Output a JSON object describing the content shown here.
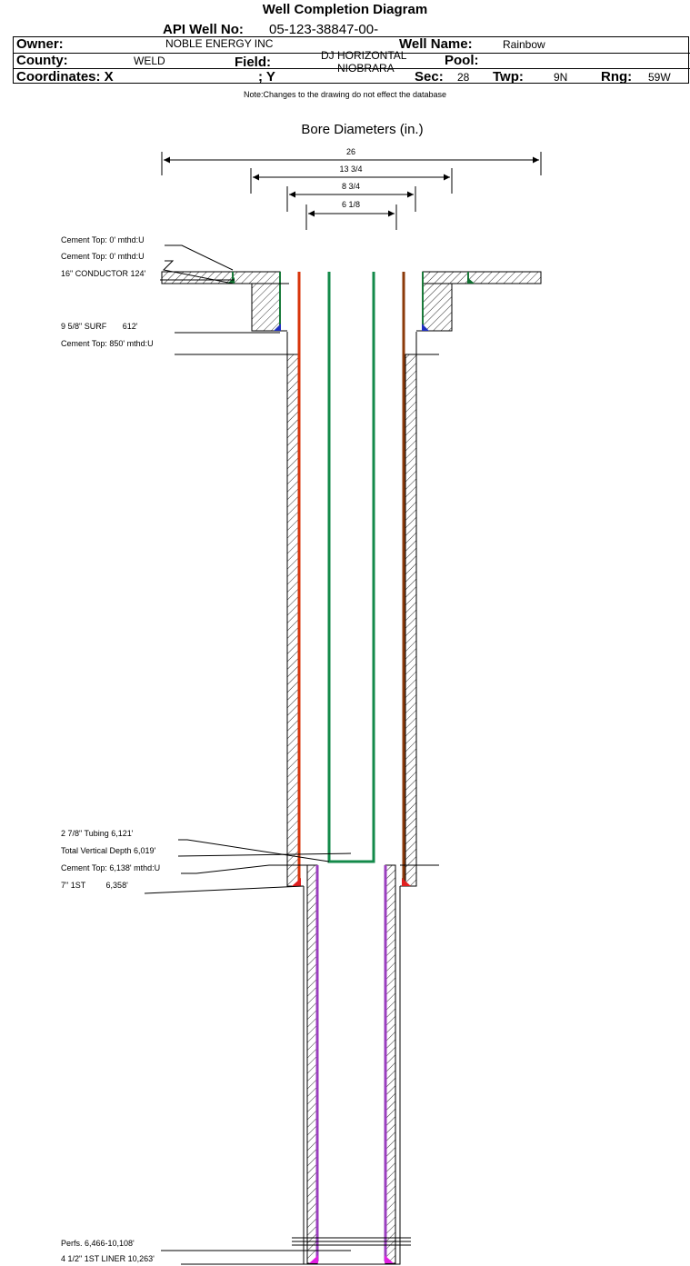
{
  "header": {
    "title": "Well Completion Diagram",
    "api_label": "API Well No:",
    "api_value": "05-123-38847-00-",
    "owner_label": "Owner:",
    "owner_value": "NOBLE ENERGY INC",
    "well_name_label": "Well Name:",
    "well_name_value": "Rainbow",
    "county_label": "County:",
    "county_value": "WELD",
    "field_label": "Field:",
    "field_value_line1": "DJ HORIZONTAL",
    "field_value_line2": "NIOBRARA",
    "pool_label": "Pool:",
    "coords_label": "Coordinates: X",
    "coords_y_label": "; Y",
    "sec_label": "Sec:",
    "sec_value": "28",
    "twp_label": "Twp:",
    "twp_value": "9N",
    "rng_label": "Rng:",
    "rng_value": "59W",
    "note": "Note:Changes to the drawing do not effect the database"
  },
  "diagram": {
    "bore_title": "Bore Diameters (in.)",
    "bore_diameters": [
      "26",
      "13 3/4",
      "8 3/4",
      "6 1/8"
    ],
    "labels": {
      "cement_top_1": "Cement Top: 0' mthd:U",
      "cement_top_2": "Cement Top: 0' mthd:U",
      "conductor": "16\" CONDUCTOR  124'",
      "surf": "9 5/8\" SURF       612'",
      "cement_top_3": "Cement Top: 850' mthd:U",
      "tubing": "2 7/8\" Tubing 6,121'",
      "tvd": "Total Vertical Depth 6,019'",
      "cement_top_4": "Cement Top: 6,138' mthd:U",
      "first_string": "7\" 1ST         6,358'",
      "perfs": "Perfs. 6,466-10,108'",
      "liner": "4 1/2\" 1ST LINER  10,263'"
    },
    "colors": {
      "conductor": "#1a7a3a",
      "surf": "#1a7a3a",
      "first_string": "#8b3a0a",
      "first_string_inner": "#d8340a",
      "tubing": "#138a4a",
      "liner": "#9b3fbf",
      "shoe_blue": "#2030c0",
      "shoe_red": "#e02020",
      "shoe_magenta": "#e020e0",
      "shoe_green": "#107030"
    }
  }
}
